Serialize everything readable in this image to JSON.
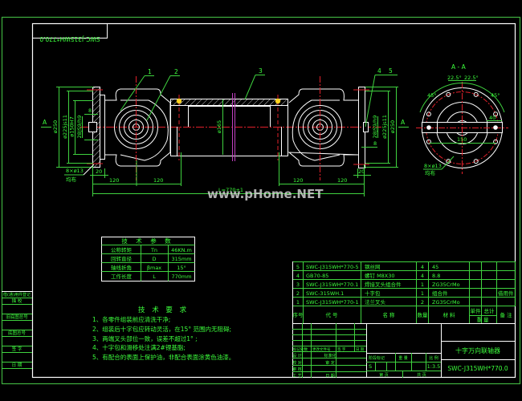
{
  "drawing": {
    "corner_label": "SWC-J315WH*770.0",
    "part_balloons": [
      "1",
      "2",
      "3",
      "4",
      "5"
    ],
    "section_title": "A - A",
    "section_marker": "A",
    "watermark": "www.pHome.NET",
    "dims": {
      "d250": "ø250",
      "d225": "ø225js11",
      "d150": "ø150H7",
      "key_fit": "28JS9/h9",
      "key_w": "8",
      "tube_dia": "ø165",
      "half_len": "120",
      "flange_thk": "20",
      "overall": "L=770±1",
      "bolt_holes": "8×ø13",
      "bolt_evenly": "均布",
      "angle_small": "22.5°",
      "angle_large": "45°",
      "key_width_section": "40",
      "section_width": "150"
    }
  },
  "params_table": {
    "title": "技 术 参 数",
    "rows": [
      {
        "name": "公称转矩",
        "symbol": "Tn",
        "value": "46KN.m"
      },
      {
        "name": "回转直径",
        "symbol": "D",
        "value": "315mm"
      },
      {
        "name": "轴线折角",
        "symbol": "βmax",
        "value": "15°"
      },
      {
        "name": "工作长度",
        "symbol": "L",
        "value": "770mm"
      }
    ]
  },
  "tech_requirements": {
    "title": "技 术 要 求",
    "items": [
      "1、各零件组装前应清洗干净;",
      "2、组装后十字包应转动灵活，在15° 范围内无阻碍;",
      "3、两端叉头部位一致，误差不超过1° ;",
      "4、十字包和滑移处注满2#锂基脂;",
      "5、有配合的表面上保护油，非配合表面涂黄色油漆。"
    ]
  },
  "bom": {
    "rows": [
      {
        "no": "5",
        "code": "SWC-J315WH*770-5",
        "name": "钢丝网",
        "qty": "4",
        "material": "45",
        "remark": ""
      },
      {
        "no": "4",
        "code": "GB70-85",
        "name": "螺钉 M8X30",
        "qty": "4",
        "material": "8.8",
        "remark": ""
      },
      {
        "no": "3",
        "code": "SWC-J315WH*770.1",
        "name": "焊接叉头组合件",
        "qty": "1",
        "material": "ZG35CrMo",
        "remark": ""
      },
      {
        "no": "2",
        "code": "SWC-315WH.1",
        "name": "十字包",
        "qty": "1",
        "material": "组合件",
        "remark": "借用件"
      },
      {
        "no": "1",
        "code": "SWC-J315WH*770-1",
        "name": "法兰叉头",
        "qty": "2",
        "material": "ZG35CrMo",
        "remark": ""
      }
    ],
    "header": {
      "no": "序号",
      "code": "代 号",
      "name": "名 称",
      "qty": "数量",
      "material": "材 料",
      "unit": "单件",
      "total": "总计",
      "weight": "重 量",
      "remark": "备 注"
    }
  },
  "title_block": {
    "product_name": "十字万向联轴器",
    "drawing_no": "SWC-J315WH*770.0",
    "scale_label": "比 例",
    "scale_value": "1:3.5",
    "weight_label": "重 量",
    "stage_label": "阶段标记",
    "stage_value": "S",
    "sheet_label": "第    页",
    "total_label": "共    页",
    "revision_header": [
      "标记处数",
      "更改文件号",
      "签 字",
      "日 期"
    ],
    "roles": [
      "设 计",
      "校 对",
      "审 核",
      "工 艺"
    ],
    "roles2": [
      "标准化",
      "审 定",
      "",
      "日 期"
    ]
  },
  "side_stamp": {
    "items": [
      "借(通)用件登记",
      "描 校",
      "旧底图总号",
      "底图总号",
      "签 字",
      "日 期"
    ]
  }
}
